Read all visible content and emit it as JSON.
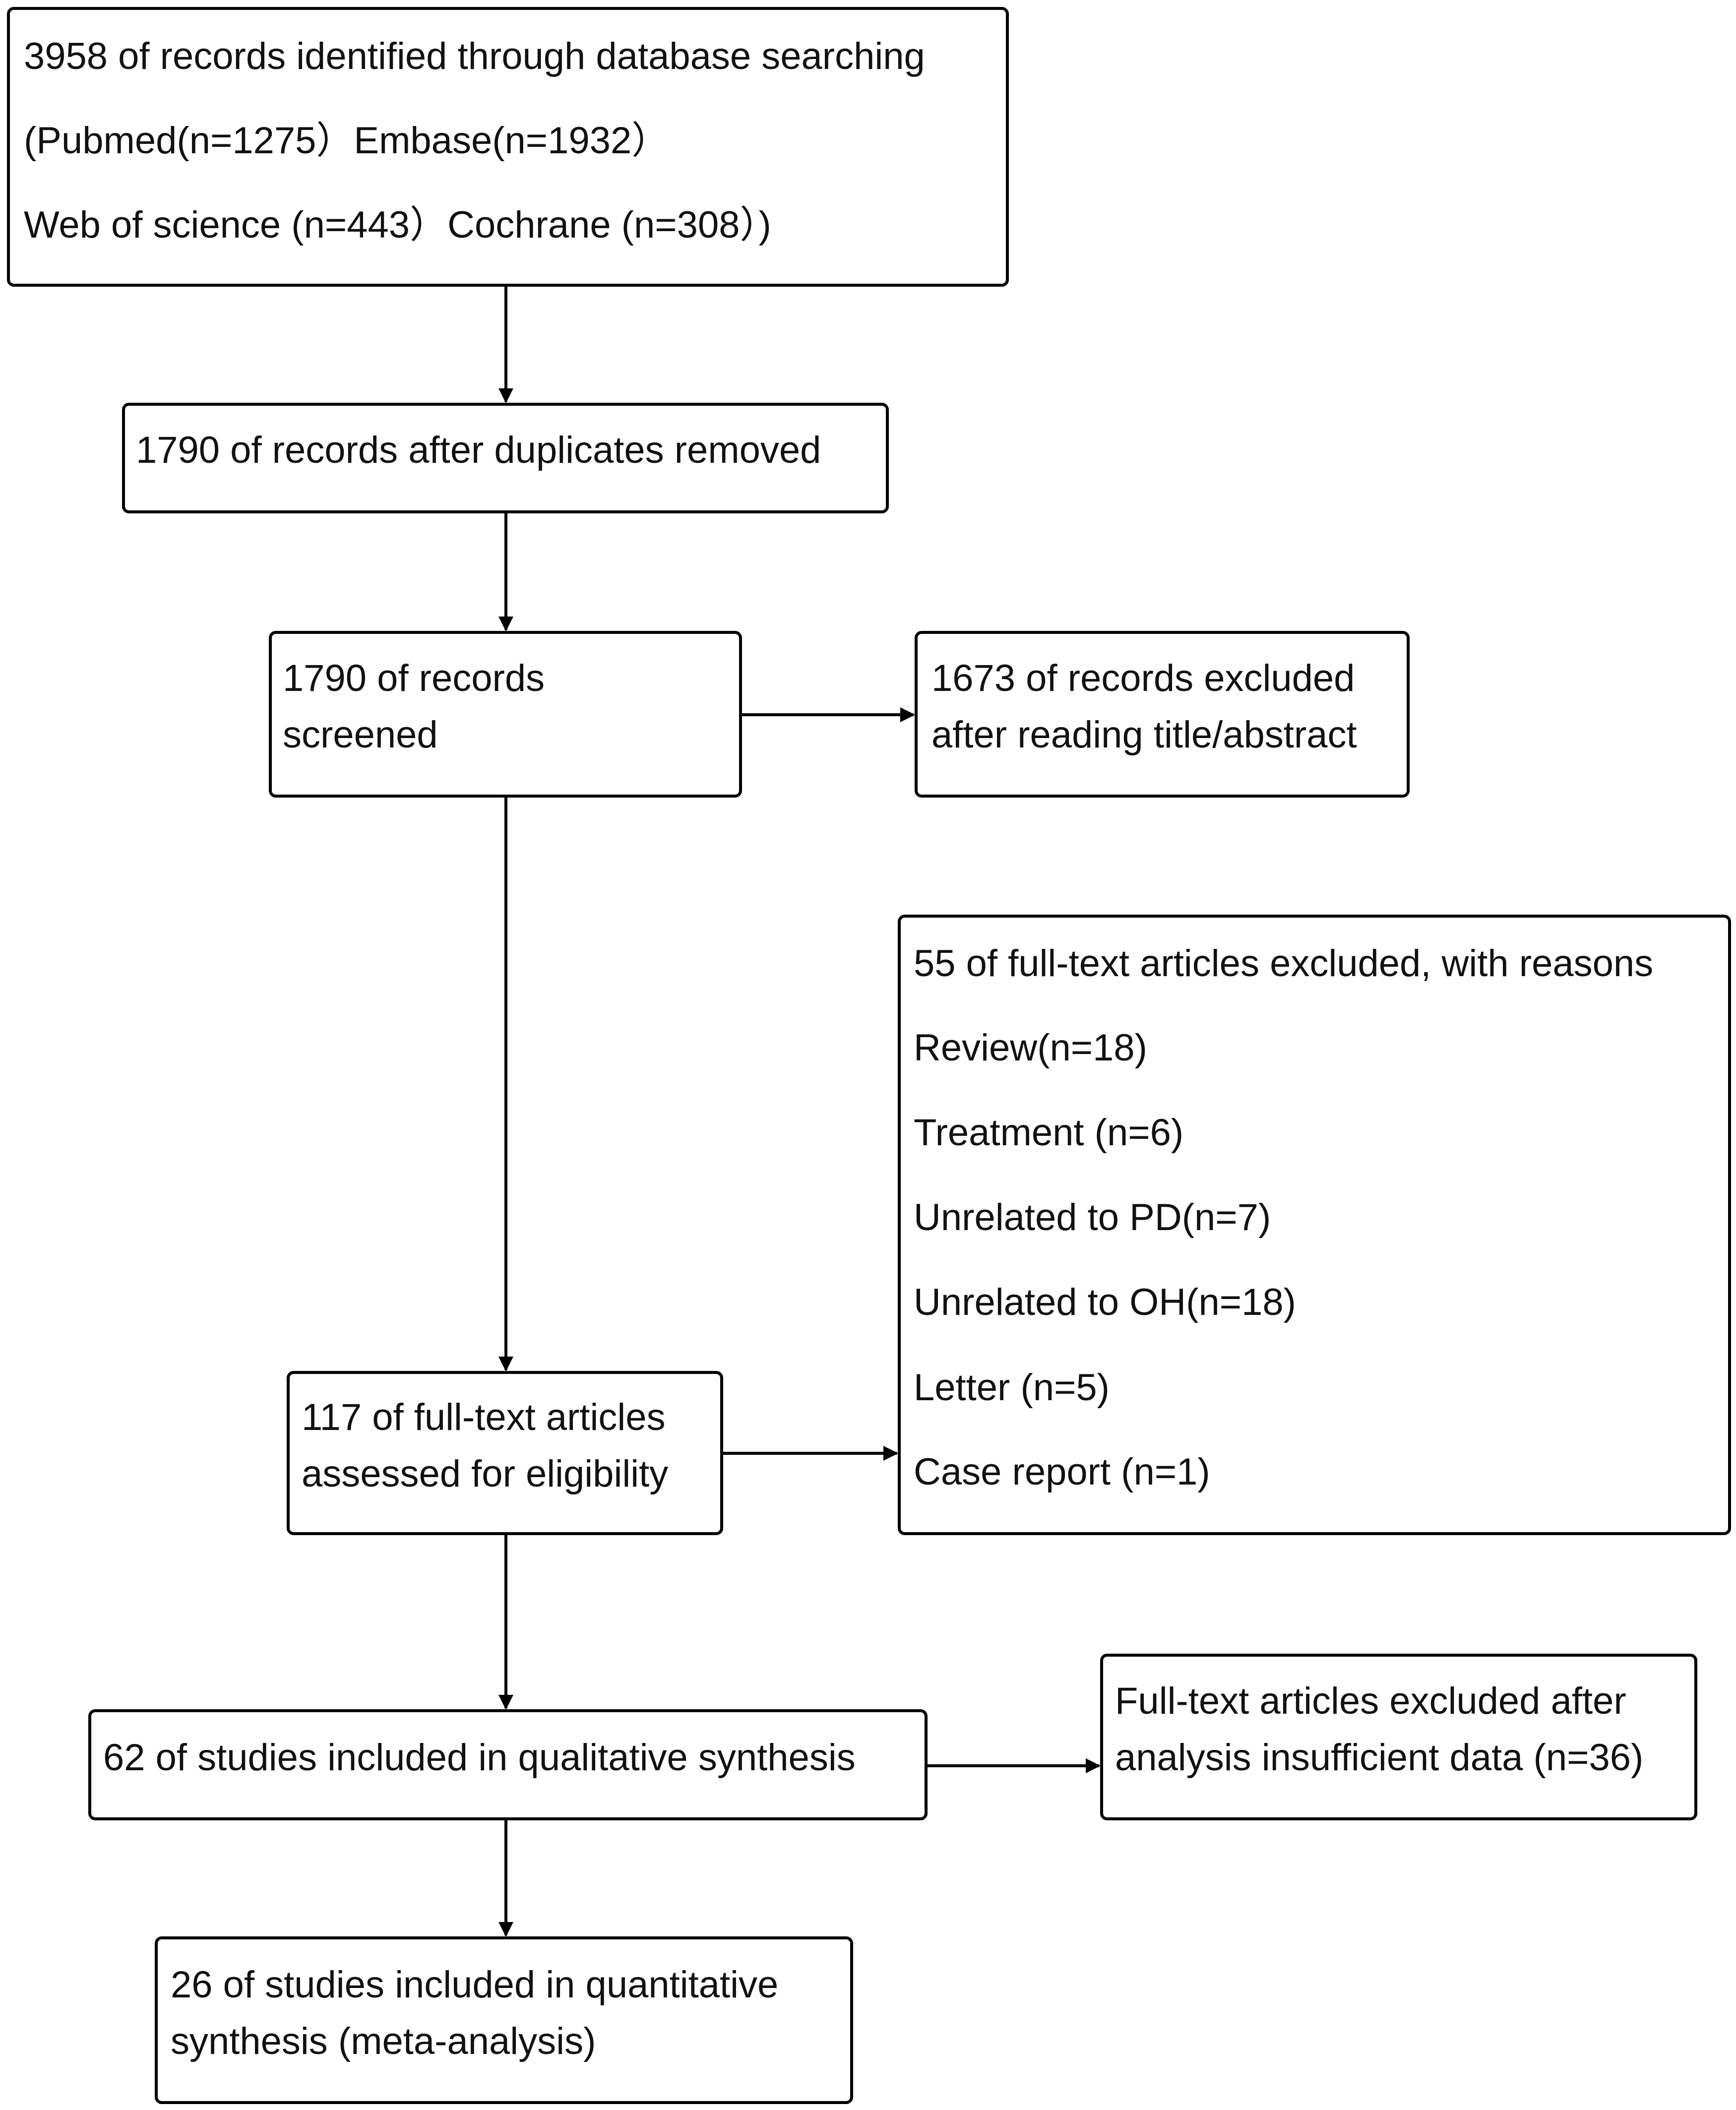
{
  "boxes": {
    "identified": {
      "lines": [
        "3958 of records identified through database searching",
        "(Pubmed(n=1275）Embase(n=1932）",
        "Web of science (n=443）Cochrane (n=308）)"
      ]
    },
    "duplicates": {
      "lines": [
        "1790 of records after duplicates removed"
      ]
    },
    "screened": {
      "lines": [
        "1790 of records",
        "screened"
      ]
    },
    "excluded_abstract": {
      "lines": [
        "1673 of records excluded",
        "after reading title/abstract"
      ]
    },
    "fulltext_excluded": {
      "lines": [
        "55 of full-text articles excluded, with reasons",
        "Review(n=18)",
        "Treatment (n=6)",
        "Unrelated to PD(n=7)",
        "Unrelated to OH(n=18)",
        "Letter (n=5)",
        "Case report (n=1)"
      ]
    },
    "eligibility": {
      "lines": [
        "117 of full-text articles",
        "assessed for eligibility"
      ]
    },
    "qualitative": {
      "lines": [
        "62 of studies included in qualitative synthesis"
      ]
    },
    "insufficient": {
      "lines": [
        "Full-text articles excluded after",
        "analysis insufficient data (n=36)"
      ]
    },
    "quantitative": {
      "lines": [
        "26 of studies included in quantitative",
        "synthesis (meta-analysis)"
      ]
    }
  }
}
